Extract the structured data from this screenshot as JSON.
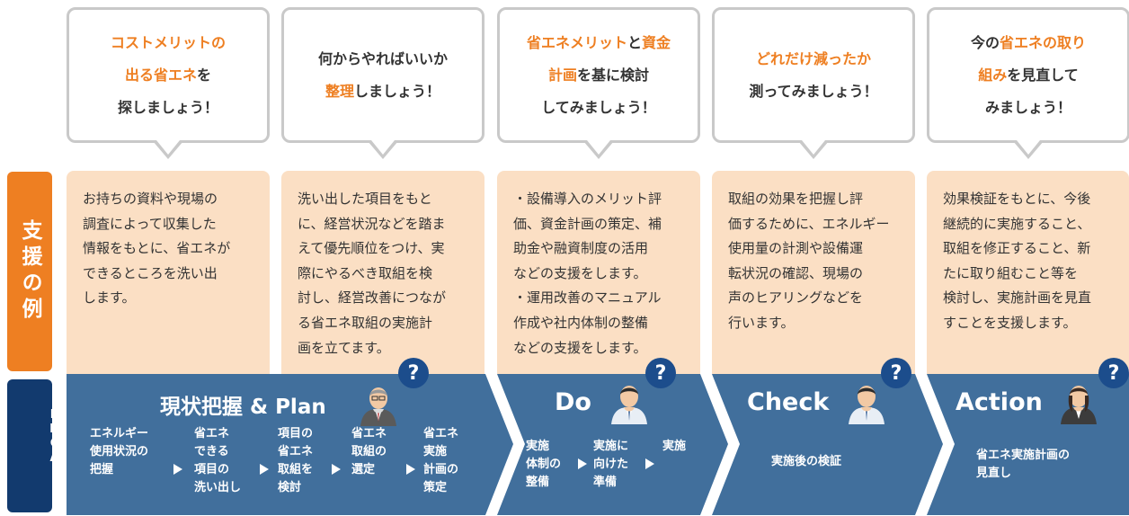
{
  "colors": {
    "orange": "#ee7f22",
    "navy": "#123a6e",
    "panel_blue": "#416f9c",
    "peach": "#fbdfc4",
    "bubble_border": "#c9c9c9"
  },
  "sidebar": {
    "support_label": "支援の例",
    "pdca_label_1": "省エネ取組の",
    "pdca_label_2": "PDCA"
  },
  "bubbles": [
    {
      "parts": [
        {
          "t": "コストメリットの",
          "hl": true
        },
        {
          "br": true
        },
        {
          "t": "出る省エネ",
          "hl": true
        },
        {
          "t": "を",
          "hl": false
        },
        {
          "br": true
        },
        {
          "t": "探しましょう！",
          "hl": false
        }
      ]
    },
    {
      "parts": [
        {
          "t": "何からやればいいか",
          "hl": false
        },
        {
          "br": true
        },
        {
          "t": "整理",
          "hl": true
        },
        {
          "t": "しましょう！",
          "hl": false
        }
      ]
    },
    {
      "parts": [
        {
          "t": "省エネメリット",
          "hl": true
        },
        {
          "t": "と",
          "hl": false
        },
        {
          "t": "資金",
          "hl": true
        },
        {
          "br": true
        },
        {
          "t": "計画",
          "hl": true
        },
        {
          "t": "を基に検討",
          "hl": false
        },
        {
          "br": true
        },
        {
          "t": "してみましょう！",
          "hl": false
        }
      ]
    },
    {
      "parts": [
        {
          "t": "どれだけ減ったか",
          "hl": true
        },
        {
          "br": true
        },
        {
          "t": "測ってみましょう！",
          "hl": false
        }
      ]
    },
    {
      "parts": [
        {
          "t": "今の",
          "hl": false
        },
        {
          "t": "省エネの取り",
          "hl": true
        },
        {
          "br": true
        },
        {
          "t": "組み",
          "hl": true
        },
        {
          "t": "を見直して",
          "hl": false
        },
        {
          "br": true
        },
        {
          "t": "みましょう！",
          "hl": false
        }
      ]
    }
  ],
  "examples": [
    [
      "お持ちの資料や現場の",
      "調査によって収集した",
      "情報をもとに、省エネが",
      "できるところを洗い出",
      "します。"
    ],
    [
      "洗い出した項目をもと",
      "に、経営状況などを踏ま",
      "えて優先順位をつけ、実",
      "際にやるべき取組を検",
      "討し、経営改善につなが",
      "る省エネ取組の実施計",
      "画を立てます。"
    ],
    [
      "・設備導入のメリット評",
      "価、資金計画の策定、補",
      "助金や融資制度の活用",
      "などの支援をします。",
      "・運用改善のマニュアル",
      "作成や社内体制の整備",
      "などの支援をします。"
    ],
    [
      "取組の効果を把握し評",
      "価するために、エネルギー",
      "使用量の計測や設備運",
      "転状況の確認、現場の",
      "声のヒアリングなどを",
      "行います。"
    ],
    [
      "効果検証をもとに、今後",
      "継続的に実施すること、",
      "取組を修正すること、新",
      "たに取り組むこと等を",
      "検討し、実施計画を見直",
      "すことを支援します。"
    ]
  ],
  "pdca": {
    "plan": {
      "title": "現状把握 & Plan",
      "steps": [
        [
          "エネルギー",
          "使用状況の",
          "把握"
        ],
        [
          "省エネ",
          "できる",
          "項目の",
          "洗い出し"
        ],
        [
          "項目の",
          "省エネ",
          "取組を",
          "検討"
        ],
        [
          "省エネ",
          "取組の",
          "選定"
        ],
        [
          "省エネ",
          "実施",
          "計画の",
          "策定"
        ]
      ]
    },
    "do": {
      "title": "Do",
      "steps": [
        [
          "実施",
          "体制の",
          "整備"
        ],
        [
          "実施に",
          "向けた",
          "準備"
        ],
        [
          "実施"
        ]
      ]
    },
    "check": {
      "title": "Check",
      "steps": [
        [
          "実施後の検証"
        ]
      ]
    },
    "action": {
      "title": "Action",
      "steps": [
        [
          "省エネ実施計画の",
          "見直し"
        ]
      ]
    },
    "question_mark": "?"
  }
}
